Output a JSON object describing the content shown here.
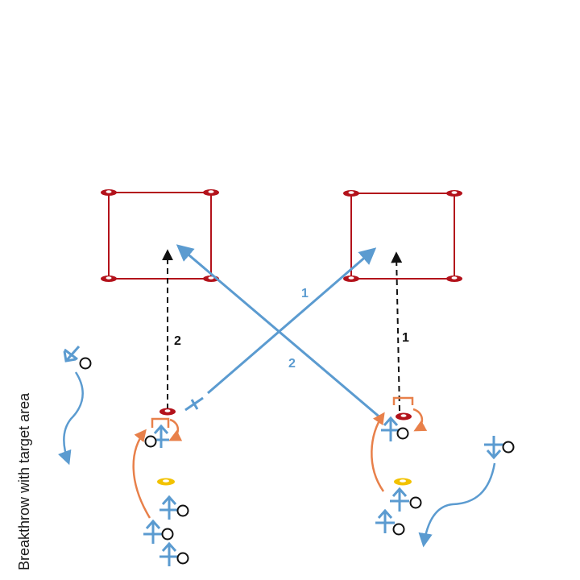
{
  "caption": "Breakthrow with target area",
  "run_labels": {
    "blue_1": "1",
    "blue_2": "2",
    "black_1": "1",
    "black_2": "2"
  },
  "colors": {
    "pass_line": "#5b9bd0",
    "target_square": "#b3121b",
    "black_run": "#111111",
    "player_run": "#e8804a",
    "yellow_cone": "#f2c200",
    "background": "#ffffff"
  },
  "icons": [
    "player-circle-icon",
    "player-arrow-icon",
    "cone-icon",
    "disc-marker-icon",
    "flag-marker-icon"
  ]
}
